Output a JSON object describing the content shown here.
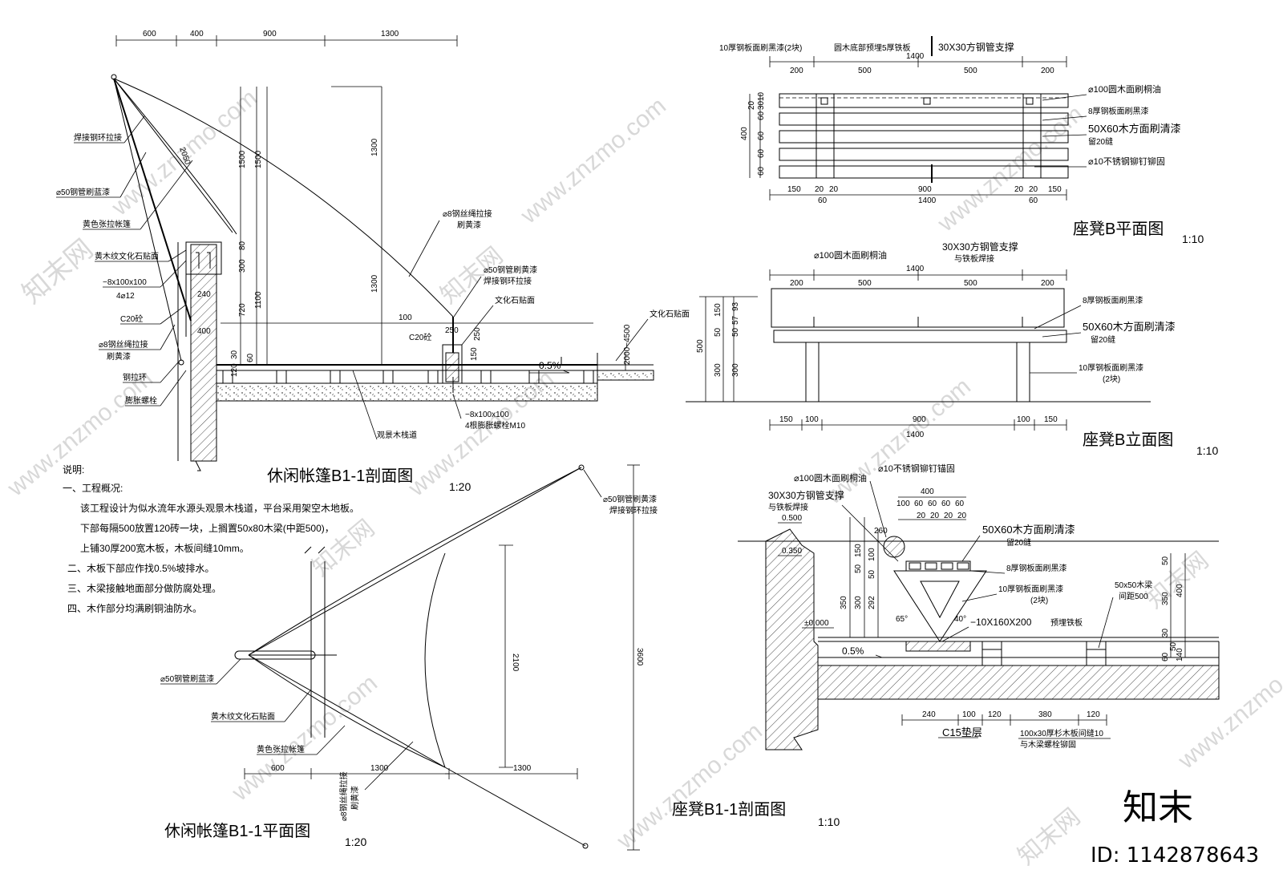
{
  "tent_section": {
    "title": "休闲帐篷B1-1剖面图",
    "scale": "1:20",
    "dims_top": [
      "600",
      "400",
      "900",
      "1300"
    ],
    "dim_v": [
      "1500",
      "1500",
      "1300",
      "1300",
      "1100",
      "720",
      "300",
      "80",
      "30",
      "60",
      "120",
      "240",
      "400",
      "250",
      "250",
      "150",
      "100",
      "2000~4500",
      "2050"
    ],
    "labels": {
      "weld_ring": "焊接钢环拉接",
      "pipe_blue": "⌀50钢管刷蓝漆",
      "yellow_tent": "黄色张拉帐篷",
      "yellow_stone": "黄木纹文化石贴面",
      "plate": "−8x100x100",
      "bars": "4⌀12",
      "c20": "C20砼",
      "c20b": "C20砼",
      "rope": "⌀8钢丝绳拉接",
      "rope2": "刷黄漆",
      "ring": "钢拉环",
      "bolt": "膨胀螺栓",
      "rope_r1": "⌀8钢丝绳拉接",
      "rope_r2": "刷黄漆",
      "pipe_y1": "⌀50钢管刷黄漆",
      "pipe_y2": "焊接钢环拉接",
      "culture_stone": "文化石贴面",
      "culture_stone2": "文化石贴面",
      "slope": "0.5%",
      "plate2": "−8x100x100",
      "bolt2": "4根膨胀螺栓M10",
      "boardwalk": "观景木栈道"
    }
  },
  "notes": {
    "title": "说明:",
    "lines": [
      "一、工程概况:",
      "该工程设计为似水流年水源头观景木栈道，平台采用架空木地板。",
      "下部每隔500放置120砖一块，上搁置50x80木梁(中距500)，",
      "上铺30厚200宽木板，木板间缝10mm。",
      "二、木板下部应作找0.5%坡排水。",
      "三、木梁接触地面部分做防腐处理。",
      "四、木作部分均满刷铜油防水。"
    ]
  },
  "tent_plan": {
    "title": "休闲帐篷B1-1平面图",
    "scale": "1:20",
    "dims": [
      "600",
      "1300",
      "1300",
      "2100",
      "3600"
    ],
    "labels": {
      "pipe_blue": "⌀50钢管刷蓝漆",
      "stone": "黄木纹文化石贴面",
      "tent": "黄色张拉帐篷",
      "rope1": "⌀8钢丝绳拉接",
      "rope2": "刷黄漆",
      "pipe_y1": "⌀50钢管刷黄漆",
      "pipe_y2": "焊接钢环拉接"
    }
  },
  "bench_plan": {
    "title": "座凳B平面图",
    "scale": "1:10",
    "dims_top": [
      "200",
      "500",
      "500",
      "200"
    ],
    "total": "1400",
    "dims_bottom": [
      "150",
      "20",
      "20",
      "900",
      "20",
      "20",
      "150"
    ],
    "dims_bottom2": [
      "60",
      "60"
    ],
    "dim_left": [
      "400",
      "60",
      "60",
      "60",
      "30",
      "10",
      "60",
      "20"
    ],
    "labels": {
      "steel_top": "10厚钢板面刷黑漆(2块)",
      "wood_bottom": "圆木底部预埋5厚铁板",
      "square_pipe": "30X30方钢管支撑",
      "round_wood": "⌀100圆木面刷桐油",
      "steel8": "8厚钢板面刷黑漆",
      "timber": "50X60木方面刷清漆",
      "gap": "留20缝",
      "rivet": "⌀10不锈钢铆钉铆固"
    }
  },
  "bench_elev": {
    "title": "座凳B立面图",
    "scale": "1:10",
    "dims_top": [
      "200",
      "500",
      "500",
      "200"
    ],
    "total": "1400",
    "dims_bottom": [
      "150",
      "100",
      "900",
      "100",
      "150"
    ],
    "dim_left": [
      "500",
      "300",
      "300",
      "50",
      "150",
      "50",
      "57",
      "93"
    ],
    "labels": {
      "round_wood": "⌀100圆木面刷桐油",
      "square_pipe": "30X30方钢管支撑",
      "weld": "与铁板焊接",
      "steel8": "8厚钢板面刷黑漆",
      "timber": "50X60木方面刷清漆",
      "gap": "留20缝",
      "steel10": "10厚钢板面刷黑漆",
      "steel10b": "(2块)"
    }
  },
  "bench_section": {
    "title": "座凳B1-1剖面图",
    "scale": "1:10",
    "dims_top": [
      "400",
      "100",
      "60",
      "60",
      "60",
      "60",
      "20",
      "20",
      "20",
      "20"
    ],
    "dims_left": [
      "260",
      "150",
      "50",
      "100",
      "350",
      "300",
      "292",
      "50"
    ],
    "dims_bottom": [
      "240",
      "100",
      "120",
      "380",
      "120"
    ],
    "dims_right": [
      "50",
      "350",
      "400",
      "30",
      "60",
      "50",
      "140"
    ],
    "labels": {
      "round_wood": "⌀100圆木面刷桐油",
      "rivet": "⌀10不锈钢铆钉锚固",
      "square_pipe": "30X30方钢管支撑",
      "weld": "与铁板焊接",
      "level1": "0.500",
      "level2": "0.350",
      "level0": "±0.000",
      "timber": "50X60木方面刷清漆",
      "gap": "留20缝",
      "steel8": "8厚钢板面刷黑漆",
      "steel10": "10厚钢板面刷黑漆",
      "steel10b": "(2块)",
      "plate": "−10X160X200",
      "plate_note": "预埋铁板",
      "beam": "50x50木梁",
      "beam2": "间距500",
      "slope": "0.5%",
      "c15": "C15垫层",
      "board1": "100x30厚杉木板间缝10",
      "board2": "与木梁螺栓铆固",
      "angle1": "65°",
      "angle2": "40°"
    }
  },
  "watermark": {
    "brand": "知末",
    "id": "ID: 1142878643",
    "site": "www.znzmo.com",
    "site_cn": "知末网"
  }
}
